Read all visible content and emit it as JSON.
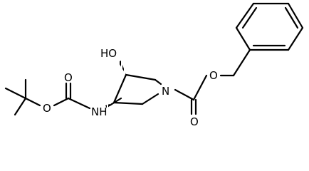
{
  "molecule": {
    "atoms": {
      "hydroxyl": "HO",
      "ring_nitrogen": "N",
      "carbamate_nh": "NH",
      "ester_oxygen_left": "O",
      "carbonyl_oxygen_left": "O",
      "ester_oxygen_right": "O",
      "carbonyl_oxygen_right": "O"
    }
  }
}
